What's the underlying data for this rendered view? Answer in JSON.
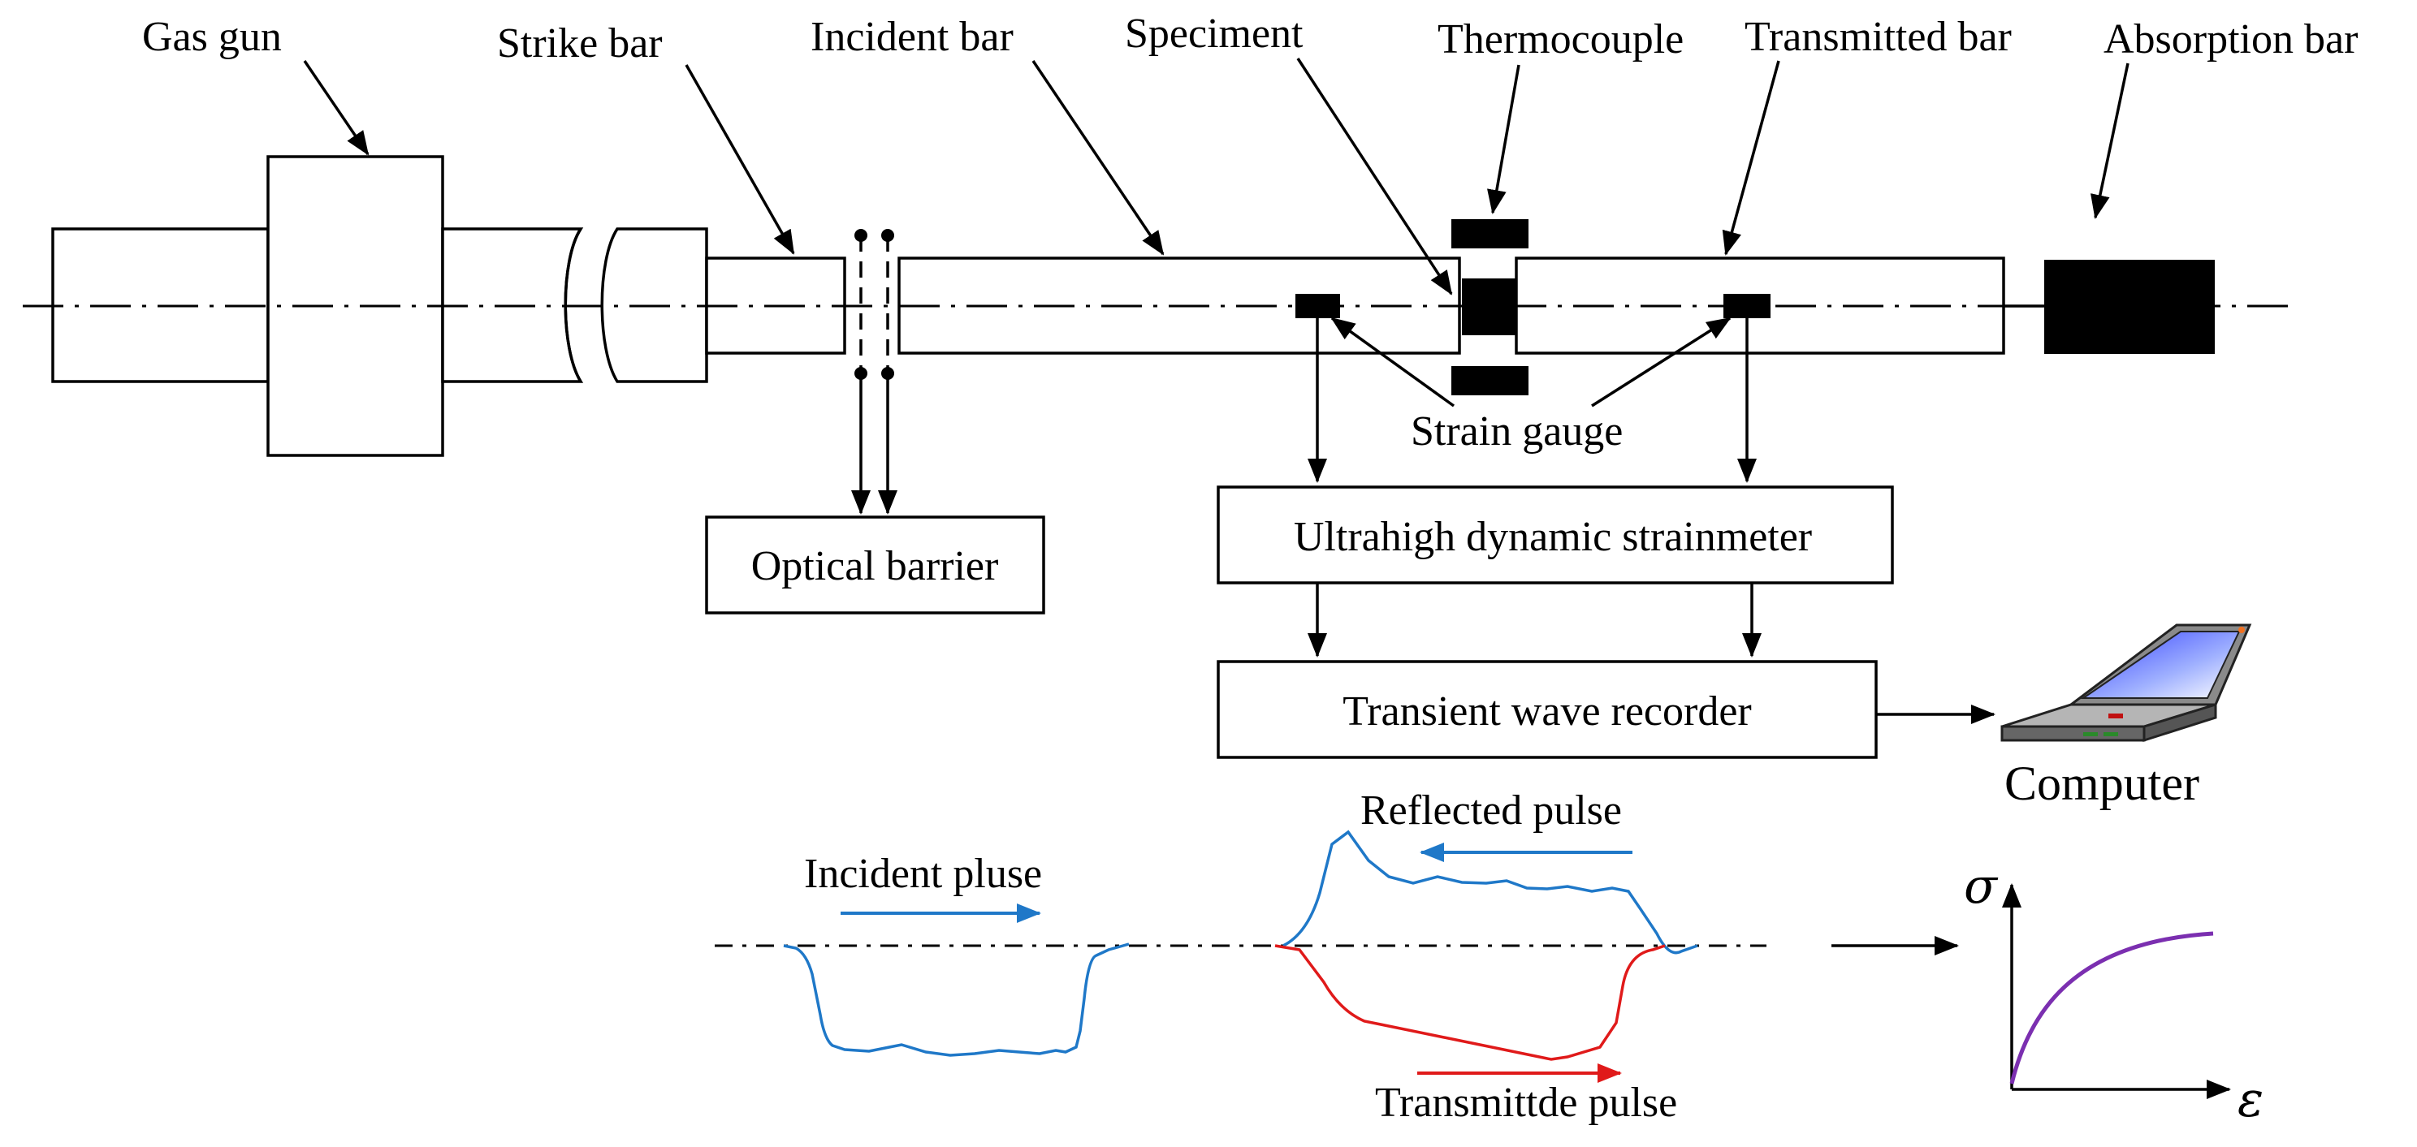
{
  "labels": {
    "gas_gun": "Gas gun",
    "strike_bar": "Strike bar",
    "incident_bar": "Incident bar",
    "speciment": "Speciment",
    "thermocouple": "Thermocouple",
    "transmitted_bar": "Transmitted bar",
    "absorption_bar": "Absorption bar",
    "strain_gauge": "Strain gauge",
    "optical_barrier": "Optical barrier",
    "strainmeter": "Ultrahigh dynamic strainmeter",
    "recorder": "Transient wave recorder",
    "computer": "Computer",
    "incident_pulse": "Incident pluse",
    "reflected_pulse": "Reflected pulse",
    "transmitted_pulse": "Transmittde pulse",
    "sigma": "σ",
    "epsilon": "ε"
  },
  "colors": {
    "incident": "#1f78c8",
    "reflected": "#1f78c8",
    "transmitted": "#e01a1a",
    "stress_strain": "#7b2fb0",
    "screen": "#2a36e0"
  }
}
